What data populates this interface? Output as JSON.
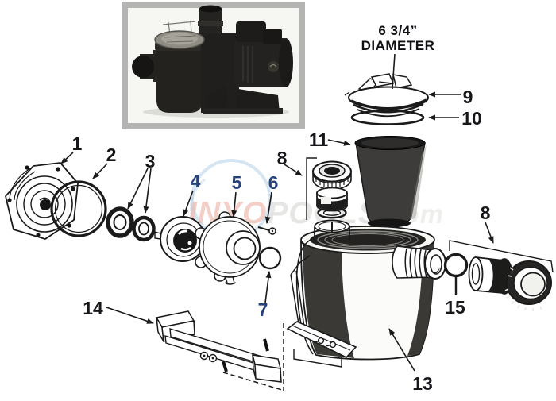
{
  "dimension_label": {
    "line1": "6 3/4”",
    "line2": "DIAMETER"
  },
  "watermark": {
    "segment_red": "INYO",
    "segment_gray": "POOLS",
    "segment_domain": ".com"
  },
  "part_labels": {
    "p1": "1",
    "p2": "2",
    "p3": "3",
    "p4": "4",
    "p5": "5",
    "p6": "6",
    "p7": "7",
    "p8_left": "8",
    "p8_right": "8",
    "p9": "9",
    "p10": "10",
    "p11": "11",
    "p13": "13",
    "p14": "14",
    "p15": "15"
  },
  "colors": {
    "background": "#ffffff",
    "line_art": "#1a1a1a",
    "label_dark": "#16171b",
    "label_blue": "#25427c",
    "photo_frame": "#b4b4b2",
    "photo_background": "#f6f6f3",
    "pump_body": "#23221f",
    "basket_fill": "#3d3c3a",
    "watermark_red": "#eeb0a4",
    "watermark_gray": "#d2d2d0",
    "watermark_blue": "#b3cfe5"
  }
}
